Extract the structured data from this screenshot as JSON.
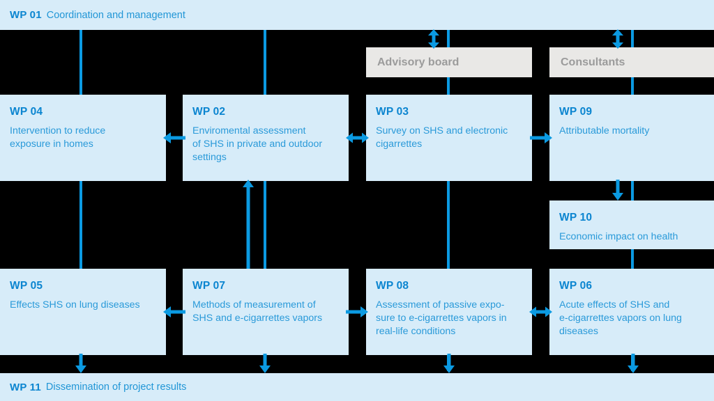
{
  "theme": {
    "background": "#000000",
    "card_fill": "#d7ecf9",
    "grey_fill": "#e9e8e6",
    "accent": "#0b9ae2",
    "code_color": "#0b85d0",
    "desc_color": "#2a9ad9",
    "grey_text": "#9b9b9b"
  },
  "header": {
    "code": "WP 01",
    "desc": "Coordination and management"
  },
  "footer": {
    "code": "WP 11",
    "desc": "Dissemination of project results"
  },
  "support": [
    {
      "label": "Advisory board"
    },
    {
      "label": "Consultants"
    }
  ],
  "cards": [
    {
      "code": "WP 04",
      "desc": "Intervention to reduce\nexposure in homes"
    },
    {
      "code": "WP 02",
      "desc": "Enviromental assessment\nof SHS in private and outdoor\nsettings"
    },
    {
      "code": "WP 03",
      "desc": "Survey on SHS and electronic\ncigarrettes"
    },
    {
      "code": "WP 09",
      "desc": "Attributable mortality"
    },
    {
      "code": "WP 10",
      "desc": "Economic impact on health"
    },
    {
      "code": "WP 05",
      "desc": "Effects SHS on lung diseases"
    },
    {
      "code": "WP 07",
      "desc": "Methods of measurement of\nSHS and e-cigarrettes vapors"
    },
    {
      "code": "WP 08",
      "desc": "Assessment of passive expo-\nsure to e-cigarrettes vapors in\nreal-life conditions"
    },
    {
      "code": "WP 06",
      "desc": "Acute effects of SHS and\ne-cigarrettes vapors on lung\ndiseases"
    }
  ],
  "connectors": {
    "arrow_left_wp02_to_wp04": "arrow-left-icon",
    "arrow_bidirectional_wp02_wp03": "arrow-left-right-icon",
    "arrow_right_wp03_to_wp09": "arrow-right-icon",
    "arrow_down_wp09_to_wp10": "arrow-down-icon",
    "arrow_up_wp07_to_wp02": "arrow-up-icon",
    "arrow_left_wp07_to_wp05": "arrow-left-icon",
    "arrow_right_wp07_to_wp08": "arrow-right-icon",
    "arrow_bidirectional_wp08_wp06": "arrow-left-right-icon",
    "arrow_bidirectional_advisory": "arrow-up-down-icon",
    "arrow_bidirectional_consultants": "arrow-up-down-icon",
    "arrow_down_to_wp11_a": "arrow-down-icon",
    "arrow_down_to_wp11_b": "arrow-down-icon",
    "arrow_down_to_wp11_c": "arrow-down-icon",
    "arrow_down_to_wp11_d": "arrow-down-icon"
  }
}
